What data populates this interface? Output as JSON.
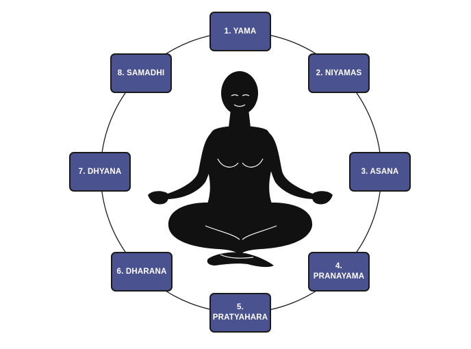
{
  "limbs": [
    {
      "id": "yama",
      "label": "1. YAMA"
    },
    {
      "id": "niyamas",
      "label": "2. NIYAMAS"
    },
    {
      "id": "asana",
      "label": "3. ASANA"
    },
    {
      "id": "pranayama",
      "label": "4.\nPRANAYAMA"
    },
    {
      "id": "pratyahara",
      "label": "5.\nPRATYAHARA"
    },
    {
      "id": "dharana",
      "label": "6. DHARANA"
    },
    {
      "id": "dhyana",
      "label": "7. DHYANA"
    },
    {
      "id": "samadhi",
      "label": "8. SAMADHI"
    }
  ],
  "colors": {
    "box_fill": "#4b5290",
    "box_border": "#1a1a1a",
    "box_text": "#ffffff",
    "circle_stroke": "#1a1a1a",
    "figure_fill": "#111111"
  },
  "icons": {
    "figure": "meditating-person-icon"
  }
}
